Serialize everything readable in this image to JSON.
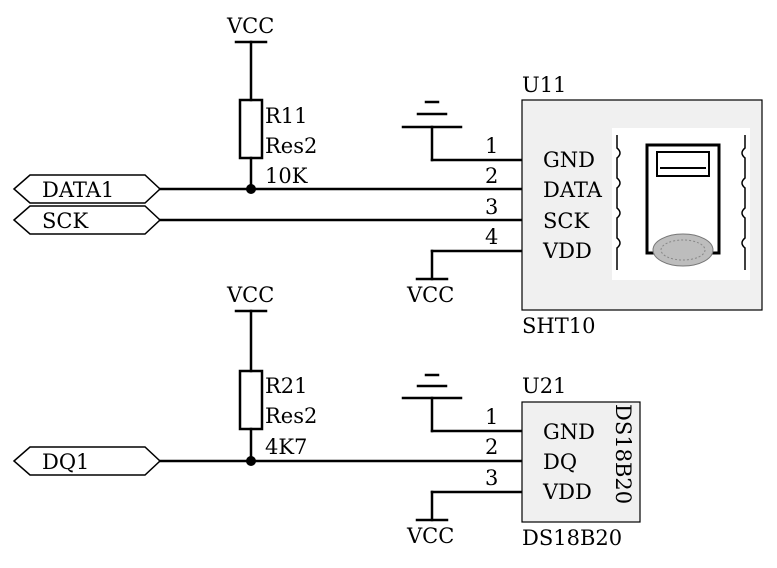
{
  "ports": {
    "data1": "DATA1",
    "sck": "SCK",
    "dq1": "DQ1"
  },
  "power": {
    "vcc_r11": "VCC",
    "vcc_u11": "VCC",
    "vcc_r21": "VCC",
    "vcc_u21": "VCC"
  },
  "r11": {
    "designator": "R11",
    "type": "Res2",
    "value": "10K"
  },
  "r21": {
    "designator": "R21",
    "type": "Res2",
    "value": "4K7"
  },
  "u11": {
    "designator": "U11",
    "part": "SHT10",
    "pins": [
      {
        "num": "1",
        "name": "GND"
      },
      {
        "num": "2",
        "name": "DATA"
      },
      {
        "num": "3",
        "name": "SCK"
      },
      {
        "num": "4",
        "name": "VDD"
      }
    ]
  },
  "u21": {
    "designator": "U21",
    "part": "DS18B20",
    "body_label": "DS18B20",
    "pins": [
      {
        "num": "1",
        "name": "GND"
      },
      {
        "num": "2",
        "name": "DQ"
      },
      {
        "num": "3",
        "name": "VDD"
      }
    ]
  },
  "colors": {
    "wire": "#000000",
    "component_fill": "#f0f0f0",
    "background": "#ffffff"
  },
  "icons": [
    "ground-symbol-icon",
    "vcc-symbol-icon",
    "resistor-icon",
    "sensor-image-icon"
  ]
}
